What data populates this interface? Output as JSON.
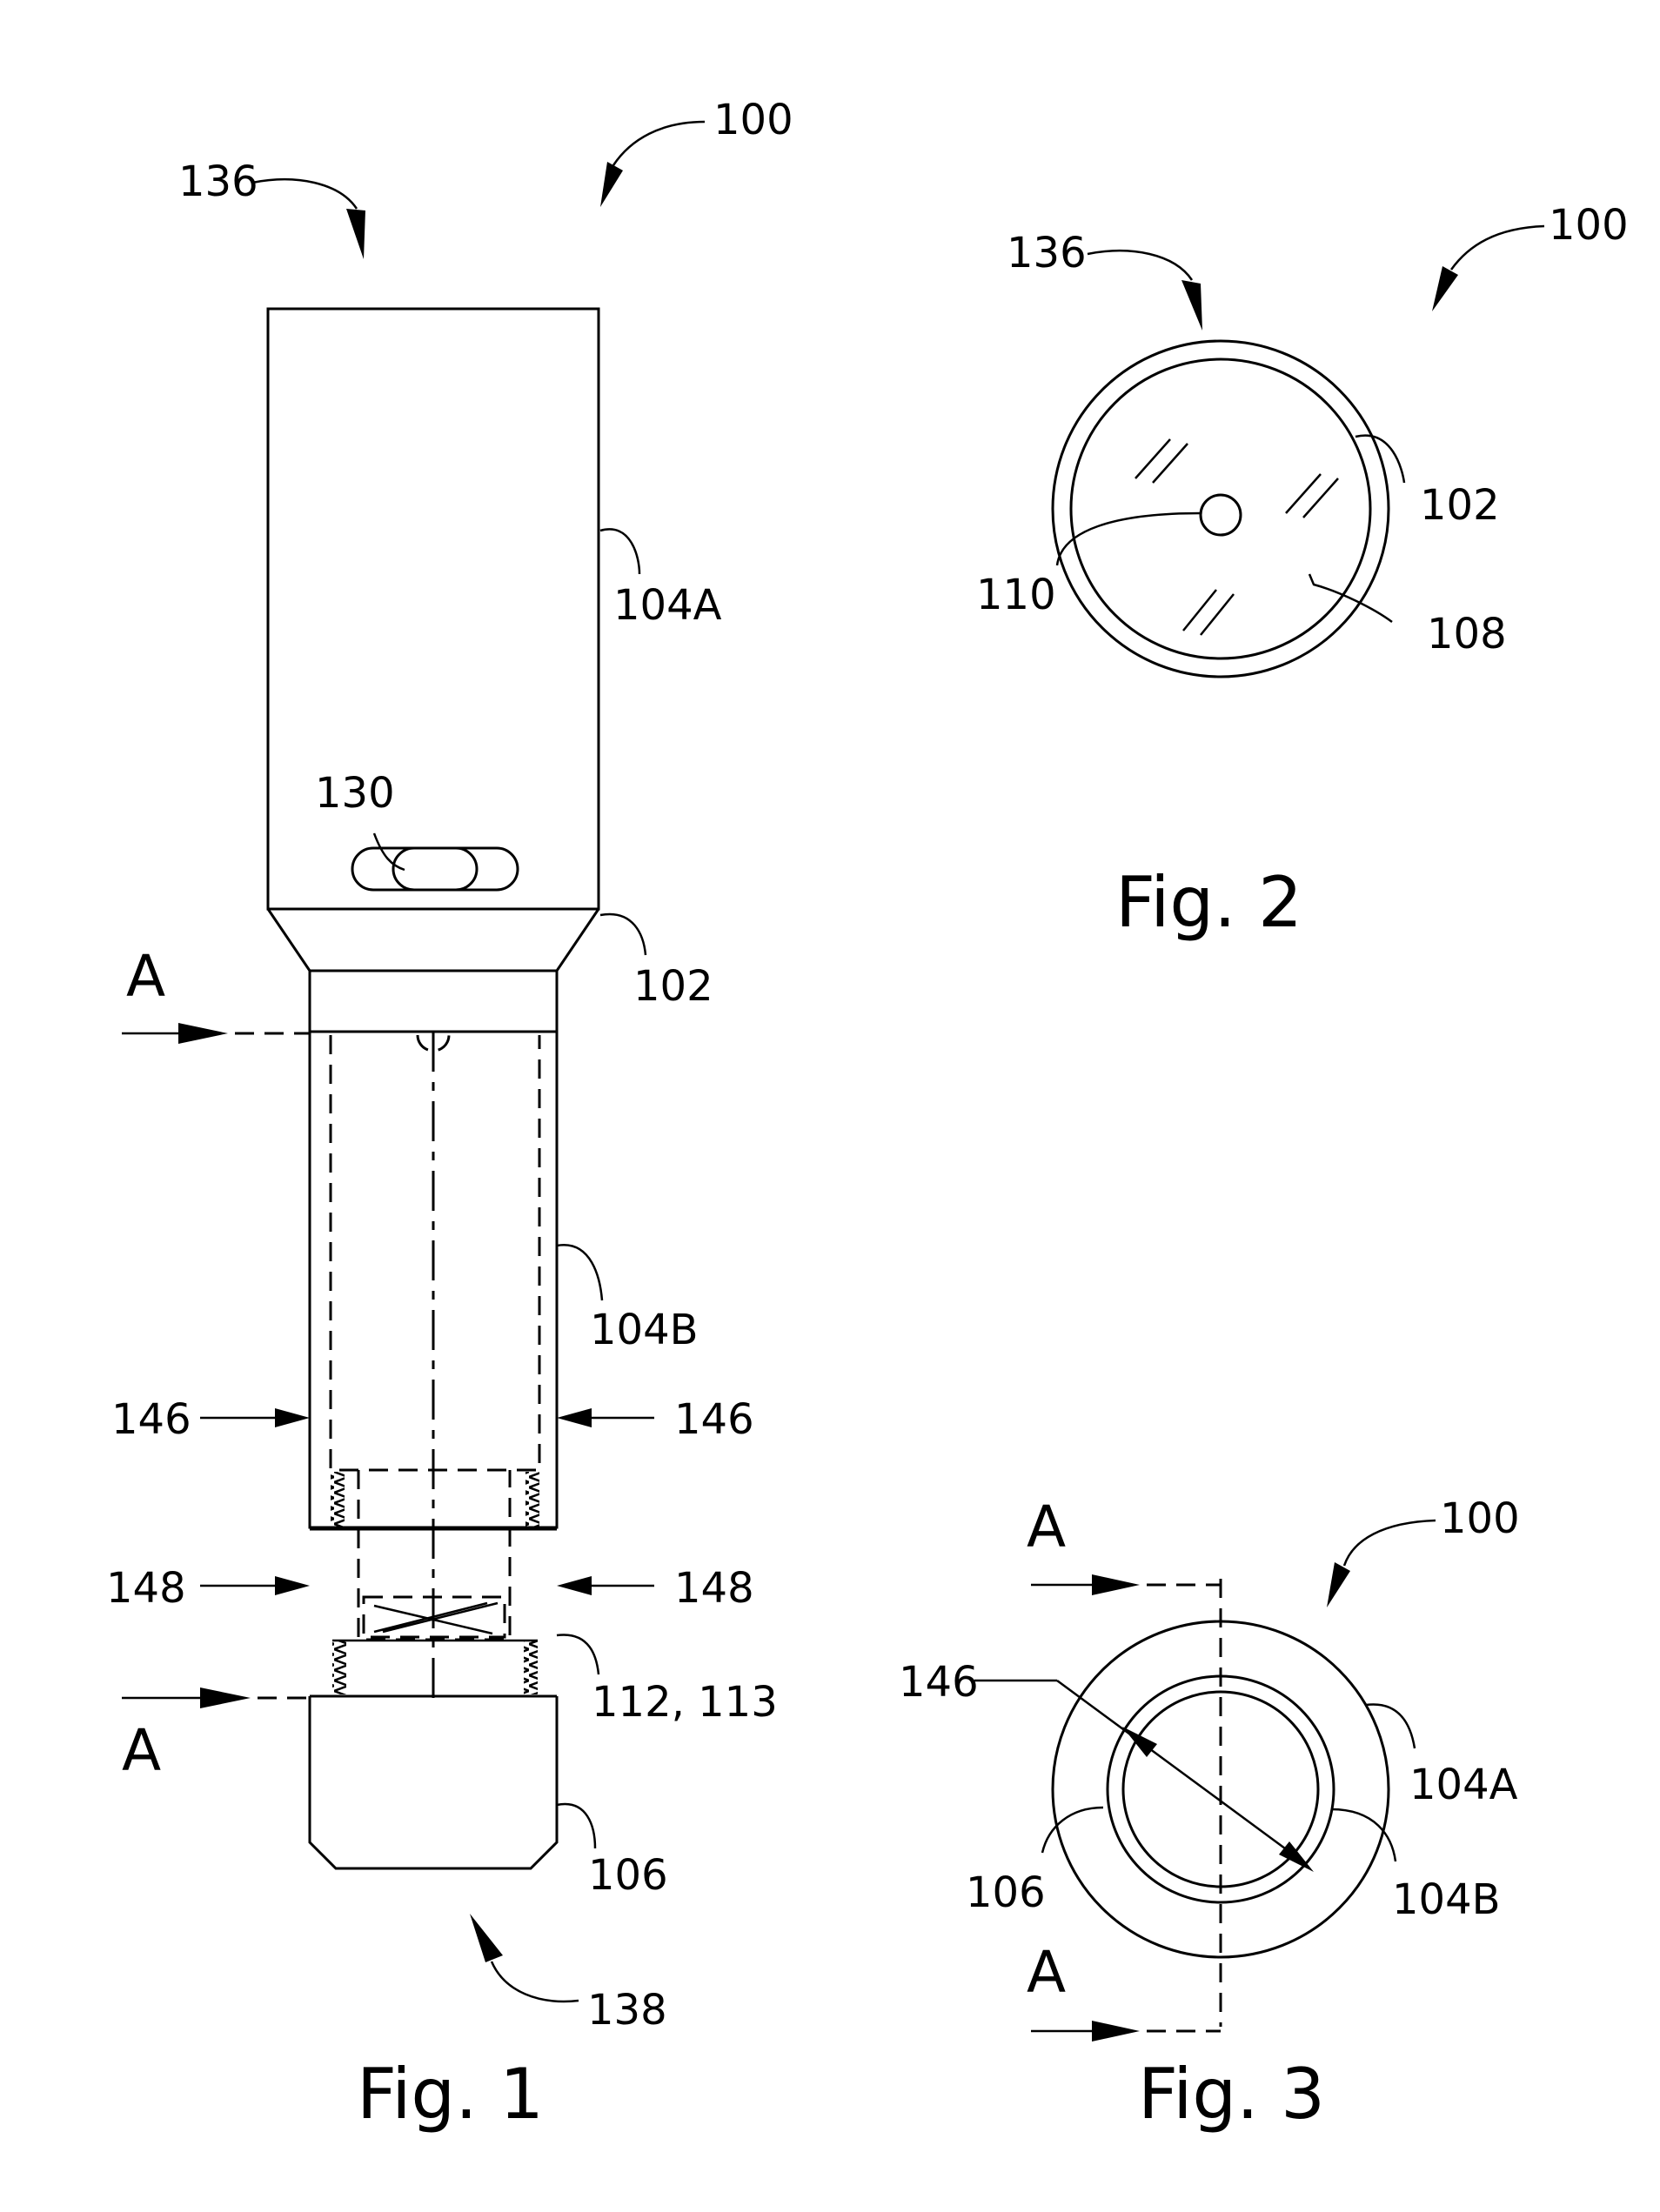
{
  "figures": [
    {
      "id": "fig1",
      "caption": "Fig. 1"
    },
    {
      "id": "fig2",
      "caption": "Fig. 2"
    },
    {
      "id": "fig3",
      "caption": "Fig. 3"
    }
  ],
  "fig1": {
    "ref_100": "100",
    "ref_136": "136",
    "ref_104A": "104A",
    "ref_130": "130",
    "ref_102": "102",
    "ref_104B": "104B",
    "ref_146_left": "146",
    "ref_146_right": "146",
    "ref_148_left": "148",
    "ref_148_right": "148",
    "ref_112_113": "112, 113",
    "ref_106": "106",
    "ref_138": "138",
    "section_top": "A",
    "section_bottom": "A"
  },
  "fig2": {
    "ref_100": "100",
    "ref_136": "136",
    "ref_102": "102",
    "ref_110": "110",
    "ref_108": "108"
  },
  "fig3": {
    "ref_100": "100",
    "ref_146": "146",
    "ref_104A": "104A",
    "ref_104B": "104B",
    "ref_106": "106",
    "section_top": "A",
    "section_bottom": "A"
  }
}
